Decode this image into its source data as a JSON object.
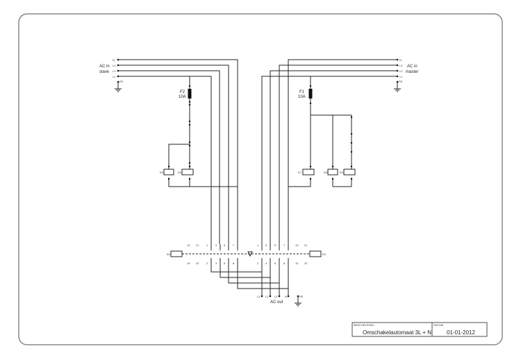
{
  "left_supply": {
    "label": "AC in",
    "name": "slave",
    "lines": [
      "N",
      "L3",
      "L2",
      "L1"
    ],
    "pe": "PE"
  },
  "right_supply": {
    "label": "AC in",
    "name": "master",
    "lines": [
      "N",
      "L3",
      "L2",
      "L1"
    ],
    "pe": "PE"
  },
  "left_fuse": {
    "name": "F2",
    "rating": "10A"
  },
  "right_fuse": {
    "name": "F1",
    "rating": "10A"
  },
  "output": {
    "label": "AC out",
    "lines": [
      "L1",
      "L2",
      "L3",
      "N"
    ],
    "pe": "PE"
  },
  "left_contacts": [
    "1",
    "3",
    "5",
    "7"
  ],
  "left_contacts_bottom": [
    "2",
    "4",
    "6",
    "8"
  ],
  "right_contacts": [
    "1",
    "3",
    "5",
    "7"
  ],
  "right_contacts_bottom": [
    "2",
    "4",
    "6",
    "8"
  ],
  "aux_top": [
    "13",
    "21"
  ],
  "aux_bottom": [
    "14",
    "22"
  ],
  "coils": {
    "left": "K6",
    "right": "K5",
    "left_timer": "K8",
    "right_timer": "K7",
    "right_relay": "K4",
    "left_relay": "K3"
  },
  "title_block": {
    "desc_label": "BESCHRIJVING",
    "desc": "Omschakelautomaat 3L + N",
    "date_label": "DATUM",
    "date": "01-01-2012"
  }
}
